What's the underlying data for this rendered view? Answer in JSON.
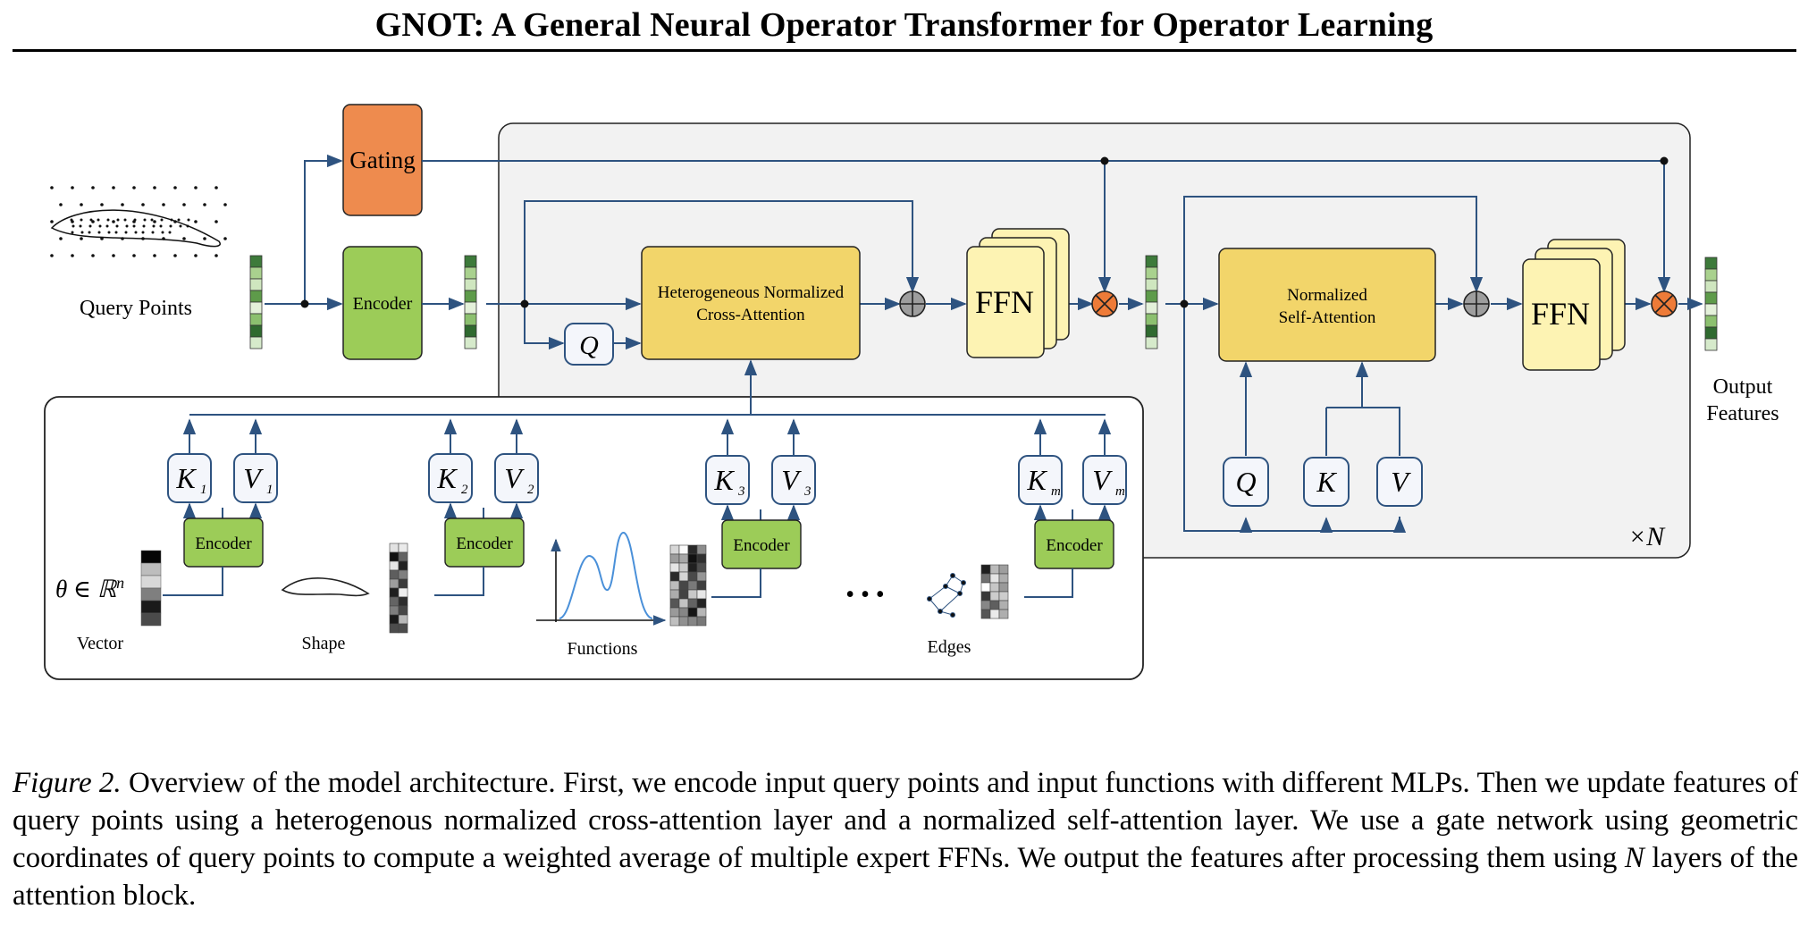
{
  "header": {
    "title": "GNOT: A General Neural Operator Transformer for Operator Learning"
  },
  "diagram": {
    "gating": "Gating",
    "encoder": "Encoder",
    "query_points": "Query Points",
    "cross_attention_line1": "Heterogeneous Normalized",
    "cross_attention_line2": "Cross-Attention",
    "self_attention_line1": "Normalized",
    "self_attention_line2": "Self-Attention",
    "ffn": "FFN",
    "q": "Q",
    "k": "K",
    "v": "V",
    "repeat": "×N",
    "output_line1": "Output",
    "output_line2": "Features",
    "vector_label": "Vector",
    "theta_label": "θ ∈ ℝ",
    "theta_sup": "n",
    "shape_label": "Shape",
    "functions_label": "Functions",
    "edges_label": "Edges",
    "ellipsis": "• • •",
    "kv_subscripts": [
      "1",
      "2",
      "3",
      "m"
    ],
    "colors": {
      "line": "#2e5380",
      "gating": "#ee8b4e",
      "encoder": "#9ccc58",
      "attention": "#f2d56a",
      "ffn": "#fdf3b3",
      "block_bg": "#f2f2f2",
      "multiply": "#ee7b38"
    }
  },
  "caption": {
    "figure_label": "Figure 2.",
    "text_before_N": " Overview of the model architecture. First, we encode input query points and input functions with different MLPs. Then we update features of query points using a heterogenous normalized cross-attention layer and a normalized self-attention layer. We use a gate network using geometric coordinates of query points to compute a weighted average of multiple expert FFNs. We output the features after processing them using ",
    "n_symbol": "N",
    "text_after_N": " layers of the attention block."
  }
}
